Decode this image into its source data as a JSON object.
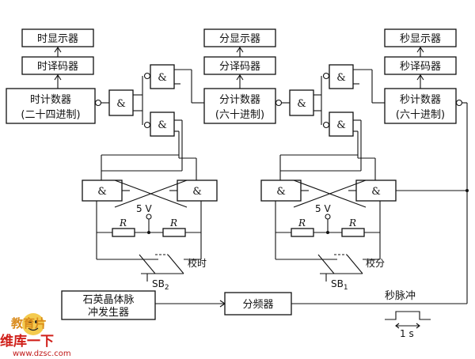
{
  "blocks": {
    "hour_display": "时显示器",
    "hour_decoder": "时译码器",
    "hour_counter_l1": "时计数器",
    "hour_counter_l2": "(二十四进制)",
    "min_display": "分显示器",
    "min_decoder": "分译码器",
    "min_counter_l1": "分计数器",
    "min_counter_l2": "(六十进制)",
    "sec_display": "秒显示器",
    "sec_decoder": "秒译码器",
    "sec_counter_l1": "秒计数器",
    "sec_counter_l2": "(六十进制)",
    "crystal_l1": "石英晶体脉",
    "crystal_l2": "冲发生器",
    "divider": "分频器"
  },
  "gate_symbol": "&",
  "supply_label": "5 V",
  "resistor_label": "R",
  "switch_hour": {
    "name": "SB",
    "sub": "2",
    "label": "校时"
  },
  "switch_min": {
    "name": "SB",
    "sub": "1",
    "label": "校分"
  },
  "second_pulse_label": "秒脉冲",
  "pulse_period": "1 s",
  "watermark": {
    "logo": "教育片",
    "line1": "维库一下",
    "url": "www.dzsc.com"
  }
}
